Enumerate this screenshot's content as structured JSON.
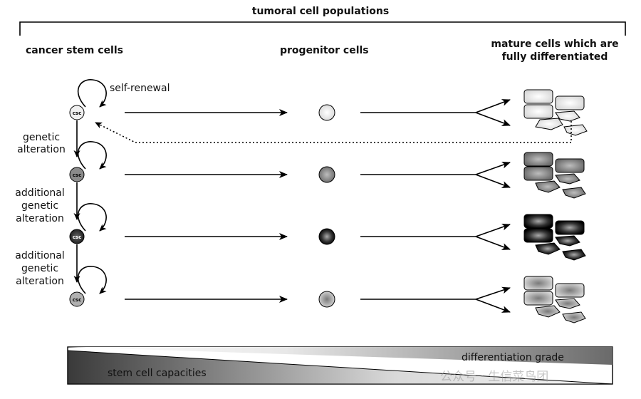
{
  "title": "tumoral cell populations",
  "columns": {
    "csc": "cancer stem cells",
    "progenitor": "progenitor cells",
    "mature_line1": "mature cells which are",
    "mature_line2": "fully differentiated"
  },
  "labels": {
    "self_renewal": "self-renewal",
    "step1_line1": "genetic",
    "step1_line2": "alteration",
    "step2_line1": "additional",
    "step2_line2": "genetic",
    "step2_line3": "alteration",
    "step3_line1": "additional",
    "step3_line2": "genetic",
    "step3_line3": "alteration",
    "cell_tag": "csc"
  },
  "gradient_bar": {
    "top_label": "differentiation grade",
    "bottom_label": "stem cell capacities"
  },
  "watermark": "公众号 · 生信菜鸟团",
  "rows": [
    {
      "shade": "light",
      "csc_fill": "#f0f0f0",
      "prog_fill": "#eeeeee",
      "mature_fill": "#e6e6e6"
    },
    {
      "shade": "medium",
      "csc_fill": "#8a8a8a",
      "prog_fill": "#8c8c8c",
      "mature_fill": "#8a8a8a"
    },
    {
      "shade": "dark",
      "csc_fill": "#333333",
      "prog_fill": "#1e1e1e",
      "mature_fill": "#111111"
    },
    {
      "shade": "gray",
      "csc_fill": "#b0b0b0",
      "prog_fill": "#a0a0a0",
      "mature_fill": "#9a9a9a"
    }
  ]
}
